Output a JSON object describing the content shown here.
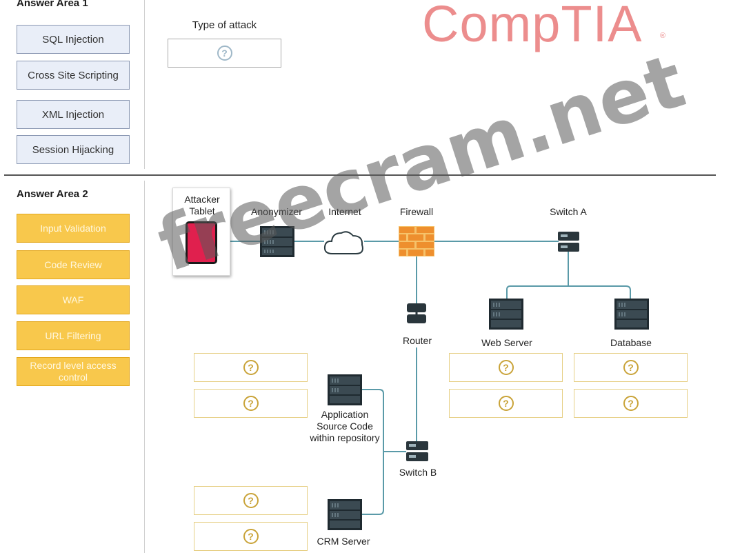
{
  "answer_area_1": {
    "title": "Answer Area 1",
    "tiles": [
      "SQL Injection",
      "Cross Site Scripting",
      "XML Injection",
      "Session Hijacking"
    ],
    "type_of_attack_label": "Type of attack"
  },
  "answer_area_2": {
    "title": "Answer Area 2",
    "tiles": [
      "Input Validation",
      "Code Review",
      "WAF",
      "URL Filtering",
      "Record level access control"
    ]
  },
  "logo": {
    "text": "CompTIA",
    "reg": "®",
    "color": "#ec8d8d"
  },
  "watermark": "freecram.net",
  "placeholder_glyph": "?",
  "diagram": {
    "attacker": "Attacker Tablet",
    "anonymizer": "Anonymizer",
    "internet": "Internet",
    "firewall": "Firewall",
    "switch_a": "Switch A",
    "router": "Router",
    "web_server": "Web Server",
    "database": "Database",
    "app_source": [
      "Application",
      "Source Code",
      "within repository"
    ],
    "switch_b": "Switch B",
    "crm_server": "CRM Server"
  },
  "colors": {
    "tile_blue": "#e9eef8",
    "tile_orange": "#f8c84c",
    "line": "#5a9aa8"
  }
}
